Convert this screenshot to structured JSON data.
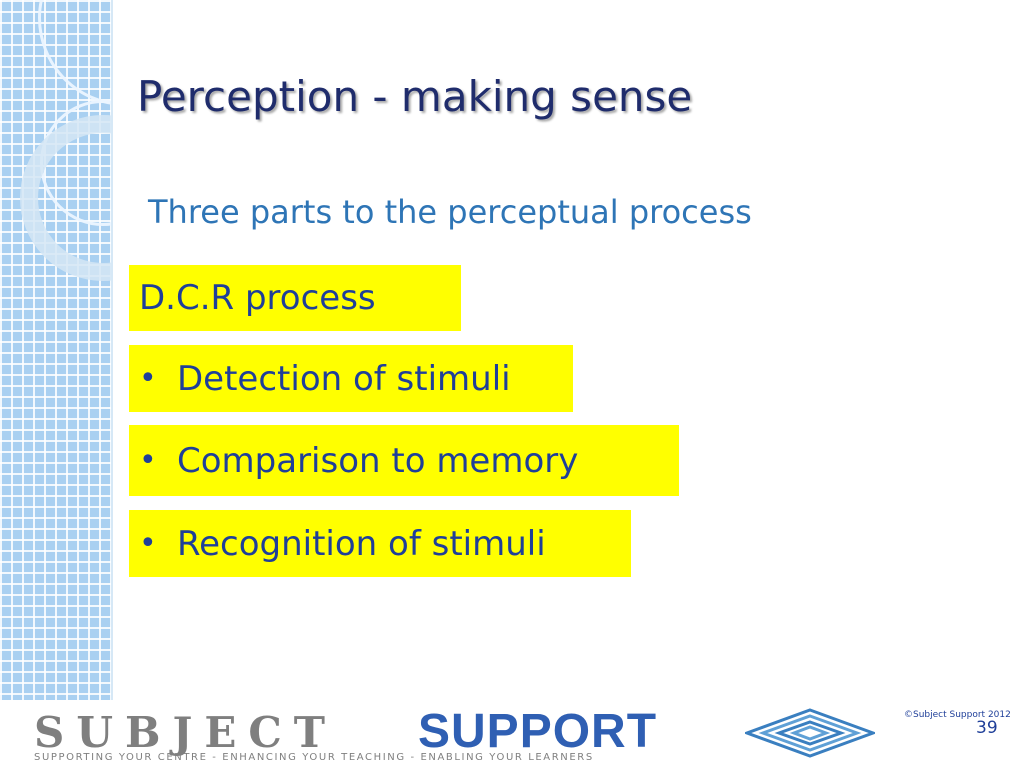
{
  "slide": {
    "title": "Perception - making sense",
    "subtitle": "Three parts to the perceptual process",
    "highlight_heading": "D.C.R process",
    "bullet_symbol": "•",
    "bullets": [
      "Detection of stimuli",
      "Comparison to memory",
      "Recognition of stimuli"
    ],
    "page_number": "39"
  },
  "footer": {
    "logo_word_1": "SUBJECT",
    "logo_word_2": "SUPPORT",
    "tagline": "SUPPORTING YOUR CENTRE - ENHANCING YOUR TEACHING - ENABLING YOUR LEARNERS",
    "copyright": "©Subject Support 2012"
  },
  "colors": {
    "title": "#1f2c6c",
    "subtitle": "#2e75b6",
    "highlight": "#ffff00",
    "highlight_text": "#1f3f99",
    "sidebar": "#a9d0f1",
    "logo_grey": "#7f7f7f",
    "logo_blue": "#2f5fb3"
  },
  "icons": {
    "logo_mark": "nested-diamond-stripes-logo"
  }
}
